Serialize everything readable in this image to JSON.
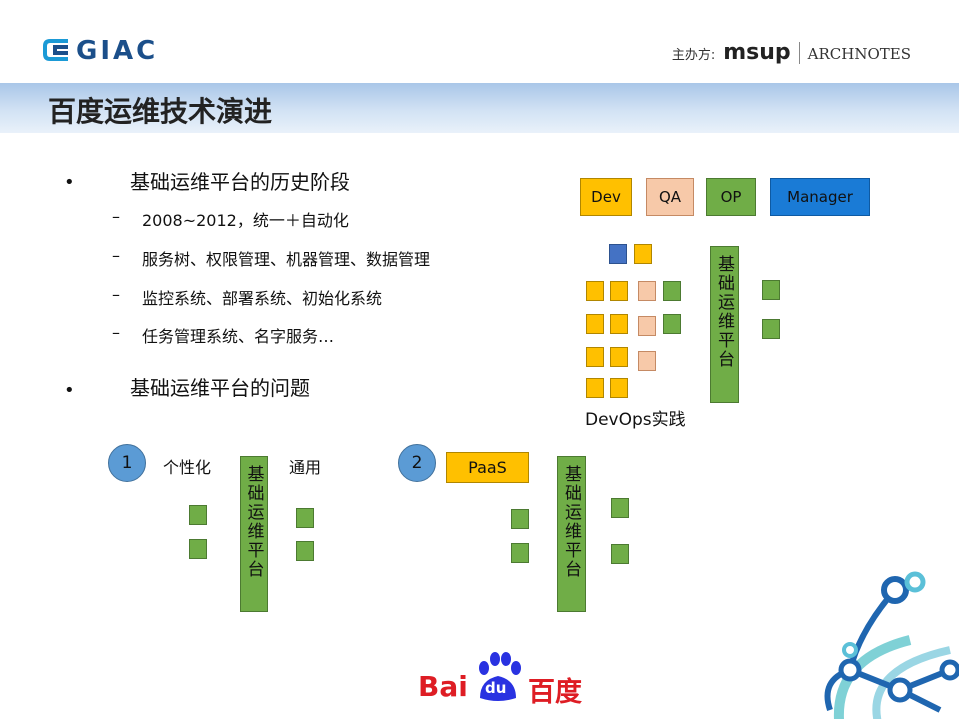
{
  "header": {
    "logo_text": "GIAC",
    "sponsor_label": "主办方:",
    "sponsor_brand": "msup",
    "sponsor_partner": "ARCHNOTES"
  },
  "title": "百度运维技术演进",
  "section1": {
    "heading": "基础运维平台的历史阶段",
    "items": [
      "2008~2012，统一＋自动化",
      "服务树、权限管理、机器管理、数据管理",
      "监控系统、部署系统、初始化系统",
      "任务管理系统、名字服务…"
    ]
  },
  "section2": {
    "heading": "基础运维平台的问题"
  },
  "bullet_glyph": "•",
  "dash_glyph": "–",
  "devops": {
    "roles": [
      "Dev",
      "QA",
      "OP",
      "Manager"
    ],
    "platform_label": "基础运维平台",
    "caption": "DevOps实践"
  },
  "problem1": {
    "number": "1",
    "left_label": "个性化",
    "right_label": "通用",
    "platform_label": "基础运维平台"
  },
  "problem2": {
    "number": "2",
    "paas_label": "PaaS",
    "platform_label": "基础运维平台"
  },
  "footer": {
    "brand_text": "Bai",
    "brand_paw": "du",
    "brand_cn": "百度"
  },
  "colors": {
    "orange": "#ffc000",
    "peach": "#f7c9a9",
    "green": "#70ad47",
    "blue": "#1a7bd6",
    "circle": "#5b9bd5"
  }
}
